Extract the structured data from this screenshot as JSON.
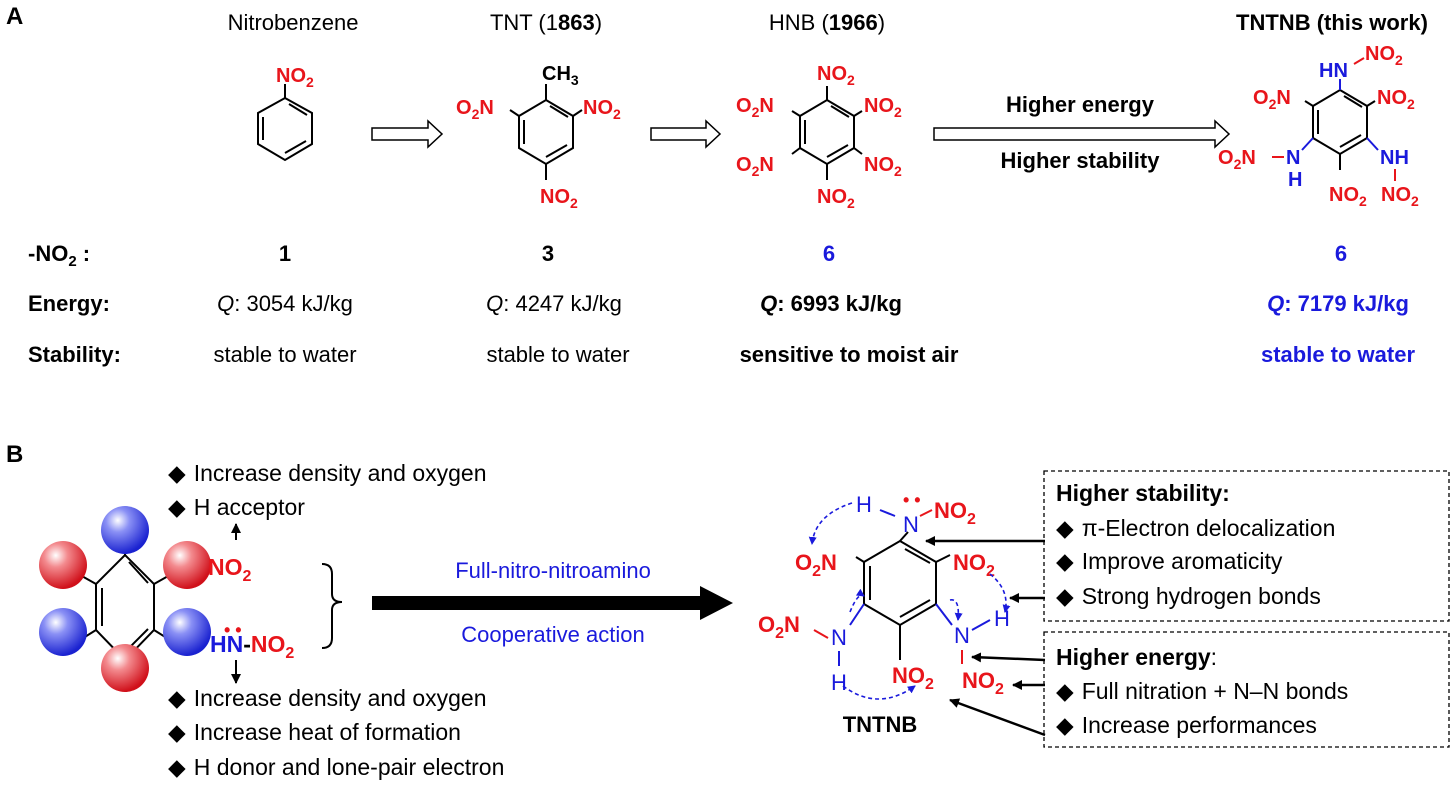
{
  "panel_a": {
    "label": "A",
    "compounds": [
      {
        "name": "Nitrobenzene",
        "nitro_count": "1",
        "energy_q": "Q",
        "energy_val": ": 3054 kJ/kg",
        "stability": "stable to water"
      },
      {
        "name_prefix": "TNT (1",
        "name_bold": "863",
        "name_suffix": ")",
        "nitro_count": "3",
        "energy_q": "Q",
        "energy_val": ": 4247 kJ/kg",
        "stability": "stable to water"
      },
      {
        "name_prefix": "HNB (",
        "name_bold": "1966",
        "name_suffix": ")",
        "nitro_count": "6",
        "energy_q": "Q",
        "energy_val": ": 6993 kJ/kg",
        "stability": "sensitive to moist air"
      },
      {
        "name": "TNTNB (this work)",
        "nitro_count": "6",
        "energy_q": "Q",
        "energy_val": ": 7179 kJ/kg",
        "stability": "stable to water"
      }
    ],
    "row_labels": {
      "nitro": "-NO",
      "nitro_sub": "2",
      "nitro_colon": " :",
      "energy": "Energy:",
      "stability": "Stability:"
    },
    "arrow_label_top": "Higher energy",
    "arrow_label_bottom": "Higher stability",
    "atoms": {
      "no2": "NO",
      "o2n": "O",
      "o2n_n": "N",
      "sub2": "2",
      "ch3": "CH",
      "sub3": "3",
      "hn": "HN",
      "nh": "NH",
      "h": "H",
      "n": "N"
    }
  },
  "panel_b": {
    "label": "B",
    "top_bullets": [
      "Increase density and oxygen",
      "H acceptor"
    ],
    "bottom_bullets": [
      "Increase density and oxygen",
      "Increase heat of formation",
      "H donor and lone-pair electron"
    ],
    "bullet": "◆",
    "arrow_label_top": "Full-nitro-nitroamino",
    "arrow_label_bottom": "Cooperative action",
    "product_name": "TNTNB",
    "stability_box": {
      "title": "Higher stability:",
      "items": [
        "π-Electron delocalization",
        "Improve aromaticity",
        "Strong hydrogen bonds"
      ]
    },
    "energy_box": {
      "title": "Higher energy",
      "title_colon": ":",
      "items": [
        "Full nitration + N–N bonds",
        "Increase performances"
      ]
    },
    "lone_pair": "• •"
  },
  "colors": {
    "nitro_red": "#e8151b",
    "amine_blue": "#1a1adc",
    "sphere_red": "#e8303a",
    "sphere_blue": "#2a35e0"
  }
}
